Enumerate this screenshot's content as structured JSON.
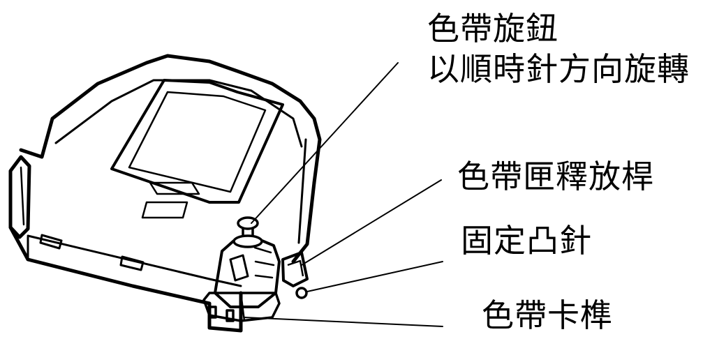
{
  "labels": {
    "knob_title": "色帶旋鈕",
    "knob_subtitle": "以順時針方向旋轉",
    "release_lever": "色帶匣釋放桿",
    "fixing_pin": "固定凸針",
    "latch": "色帶卡榫"
  }
}
